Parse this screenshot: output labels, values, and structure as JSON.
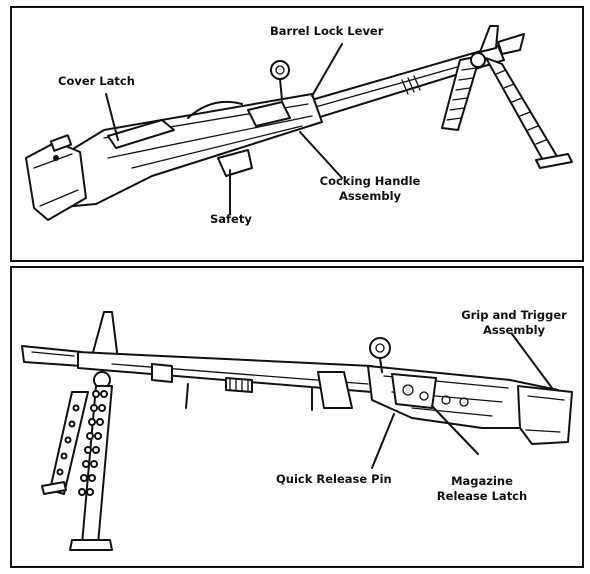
{
  "top_panel": {
    "labels": {
      "barrel_lock_lever": "Barrel Lock Lever",
      "cover_latch": "Cover Latch",
      "cocking_handle_line1": "Cocking Handle",
      "cocking_handle_line2": "Assembly",
      "safety": "Safety"
    }
  },
  "bottom_panel": {
    "labels": {
      "grip_trigger_line1": "Grip and Trigger",
      "grip_trigger_line2": "Assembly",
      "quick_release_pin": "Quick Release Pin",
      "magazine_line1": "Magazine",
      "magazine_line2": "Release Latch"
    }
  }
}
